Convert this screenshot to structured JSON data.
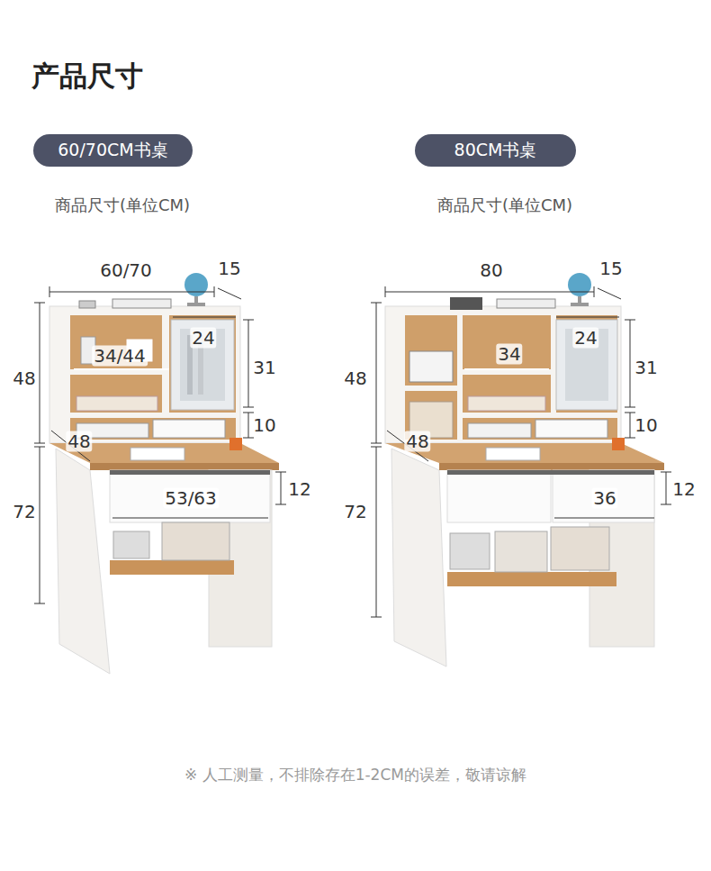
{
  "diagram": {
    "title": "产品尺寸",
    "nodes": [
      {
        "text": [
          "60/70CM书桌"
        ]
      },
      {
        "text": [
          "80CM书桌"
        ]
      }
    ],
    "labels": [
      "商品尺寸(单位CM)",
      "60/70",
      "15",
      "48",
      "34/44",
      "24",
      "31",
      "10",
      "48",
      "53/63",
      "12",
      "72",
      "商品尺寸(单位CM)",
      "80",
      "15",
      "48",
      "34",
      "24",
      "31",
      "10",
      "48",
      "36",
      "12",
      "72"
    ],
    "caption": "※ 人工测量，不排除存在1-2CM的误差，敬请谅解"
  }
}
